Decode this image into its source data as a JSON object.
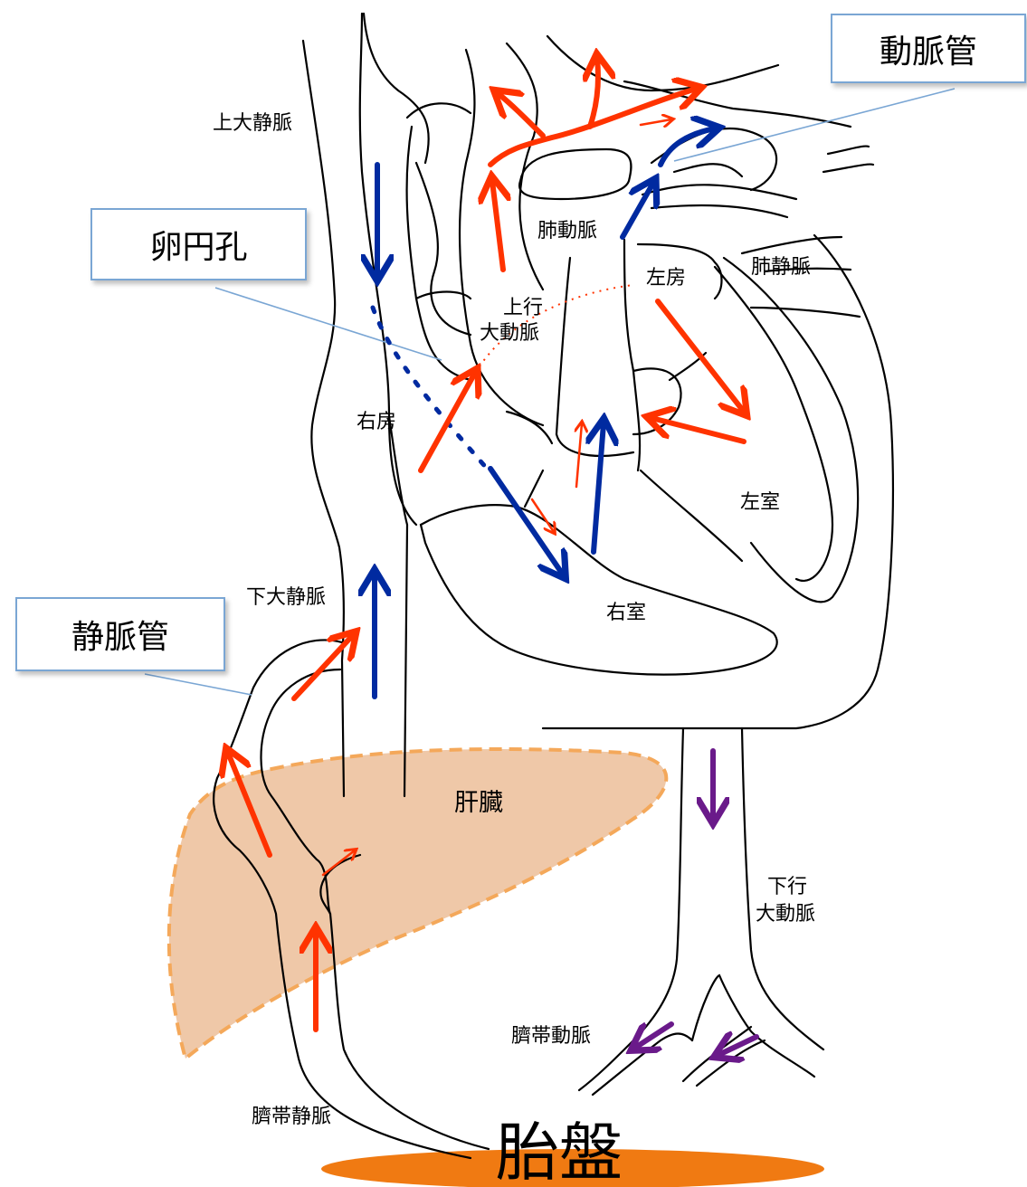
{
  "callouts": {
    "ductus_arteriosus": "動脈管",
    "foramen_ovale": "卵円孔",
    "ductus_venosus": "静脈管"
  },
  "labels": {
    "svc": "上大静脈",
    "pulmonary_artery": "肺動脈",
    "left_atrium": "左房",
    "pulmonary_vein": "肺静脈",
    "ascending_aorta_1": "上行",
    "ascending_aorta_2": "大動脈",
    "right_atrium": "右房",
    "left_ventricle": "左室",
    "ivc": "下大静脈",
    "right_ventricle": "右室",
    "liver": "肝臓",
    "descending_aorta_1": "下行",
    "descending_aorta_2": "大動脈",
    "umbilical_artery": "臍帯動脈",
    "umbilical_vein": "臍帯静脈",
    "placenta": "胎盤"
  },
  "colors": {
    "oxygenated": "#ff3300",
    "deoxygenated": "#002aa0",
    "umbilical_arterial": "#6a1a8a",
    "liver_fill": "#efc8a8",
    "liver_border": "#f4a85a",
    "placenta": "#f07a12",
    "callout_border": "#7aa6d4"
  }
}
